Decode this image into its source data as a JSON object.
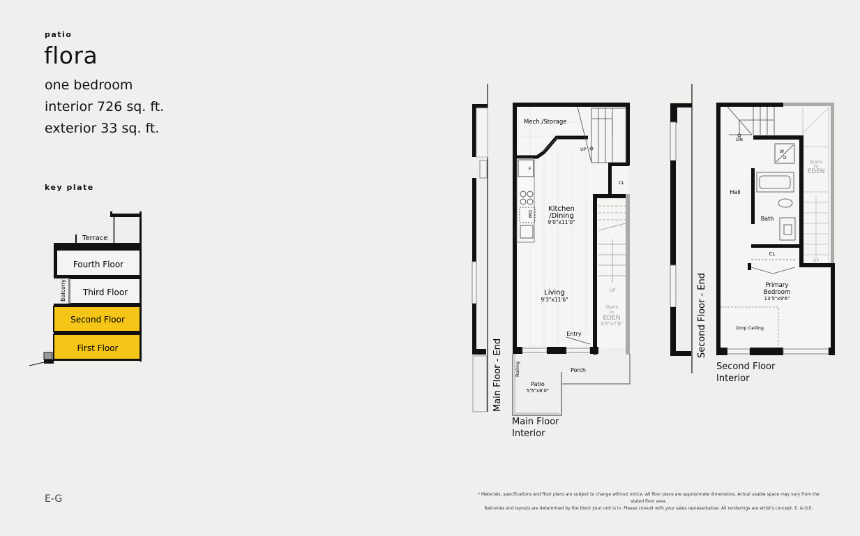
{
  "header": {
    "category": "patio",
    "model_name": "flora",
    "specs": [
      "one bedroom",
      "interior 726 sq. ft.",
      "exterior 33 sq. ft."
    ]
  },
  "key_plate": {
    "label": "key plate",
    "floors": [
      {
        "name": "Terrace",
        "highlighted": false
      },
      {
        "name": "Fourth Floor",
        "highlighted": false
      },
      {
        "name": "Third Floor",
        "highlighted": false
      },
      {
        "name": "Balcony",
        "highlighted": false
      },
      {
        "name": "Second Floor",
        "highlighted": true
      },
      {
        "name": "First Floor",
        "highlighted": true
      }
    ],
    "highlight_color": "#f5c518"
  },
  "main_floor": {
    "end_label": "Main Floor - End",
    "caption_line1": "Main Floor",
    "caption_line2": "Interior",
    "rooms": {
      "mech": "Mech./Storage",
      "up": "UP",
      "fridge": "F",
      "dw": "DW",
      "closet": "CL",
      "kitchen_name1": "Kitchen",
      "kitchen_name2": "/Dining",
      "kitchen_dim": "9'0\"x11'0\"",
      "living_name": "Living",
      "living_dim": "9'3\"x11'6\"",
      "entry": "Entry",
      "stairs_up": "UP",
      "stairs1": "Stairs",
      "stairs2": "to",
      "stairs3": "EDEN",
      "stairs_dim": "3'5\"x7'6\"",
      "railing": "Railing",
      "porch": "Porch",
      "patio_name": "Patio",
      "patio_dim": "5'5\"x6'0\""
    }
  },
  "second_floor": {
    "end_label": "Second Floor - End",
    "caption_line1": "Second Floor",
    "caption_line2": "Interior",
    "rooms": {
      "dn": "DN",
      "washer": "W",
      "dryer": "D",
      "stairs1": "Stairs",
      "stairs2": "to",
      "stairs3": "EDEN",
      "hall": "Hall",
      "bath": "Bath",
      "closet": "CL",
      "up": "UP",
      "bedroom1": "Primary",
      "bedroom2": "Bedroom",
      "bedroom_dim": "13'5\"x9'6\"",
      "drop_ceiling": "Drop Ceiling"
    }
  },
  "footer": {
    "code": "E-G",
    "disclaimer_line1": "* Materials, specifications and floor plans are subject to change without notice.  All floor plans are approximate dimensions. Actual usable space may vary from the stated floor area.",
    "disclaimer_line2": "Balconies and layouts are determined by the block your unit is in. Please consult with your sales representative.  All renderings are artist's concept. E. & O.E."
  }
}
